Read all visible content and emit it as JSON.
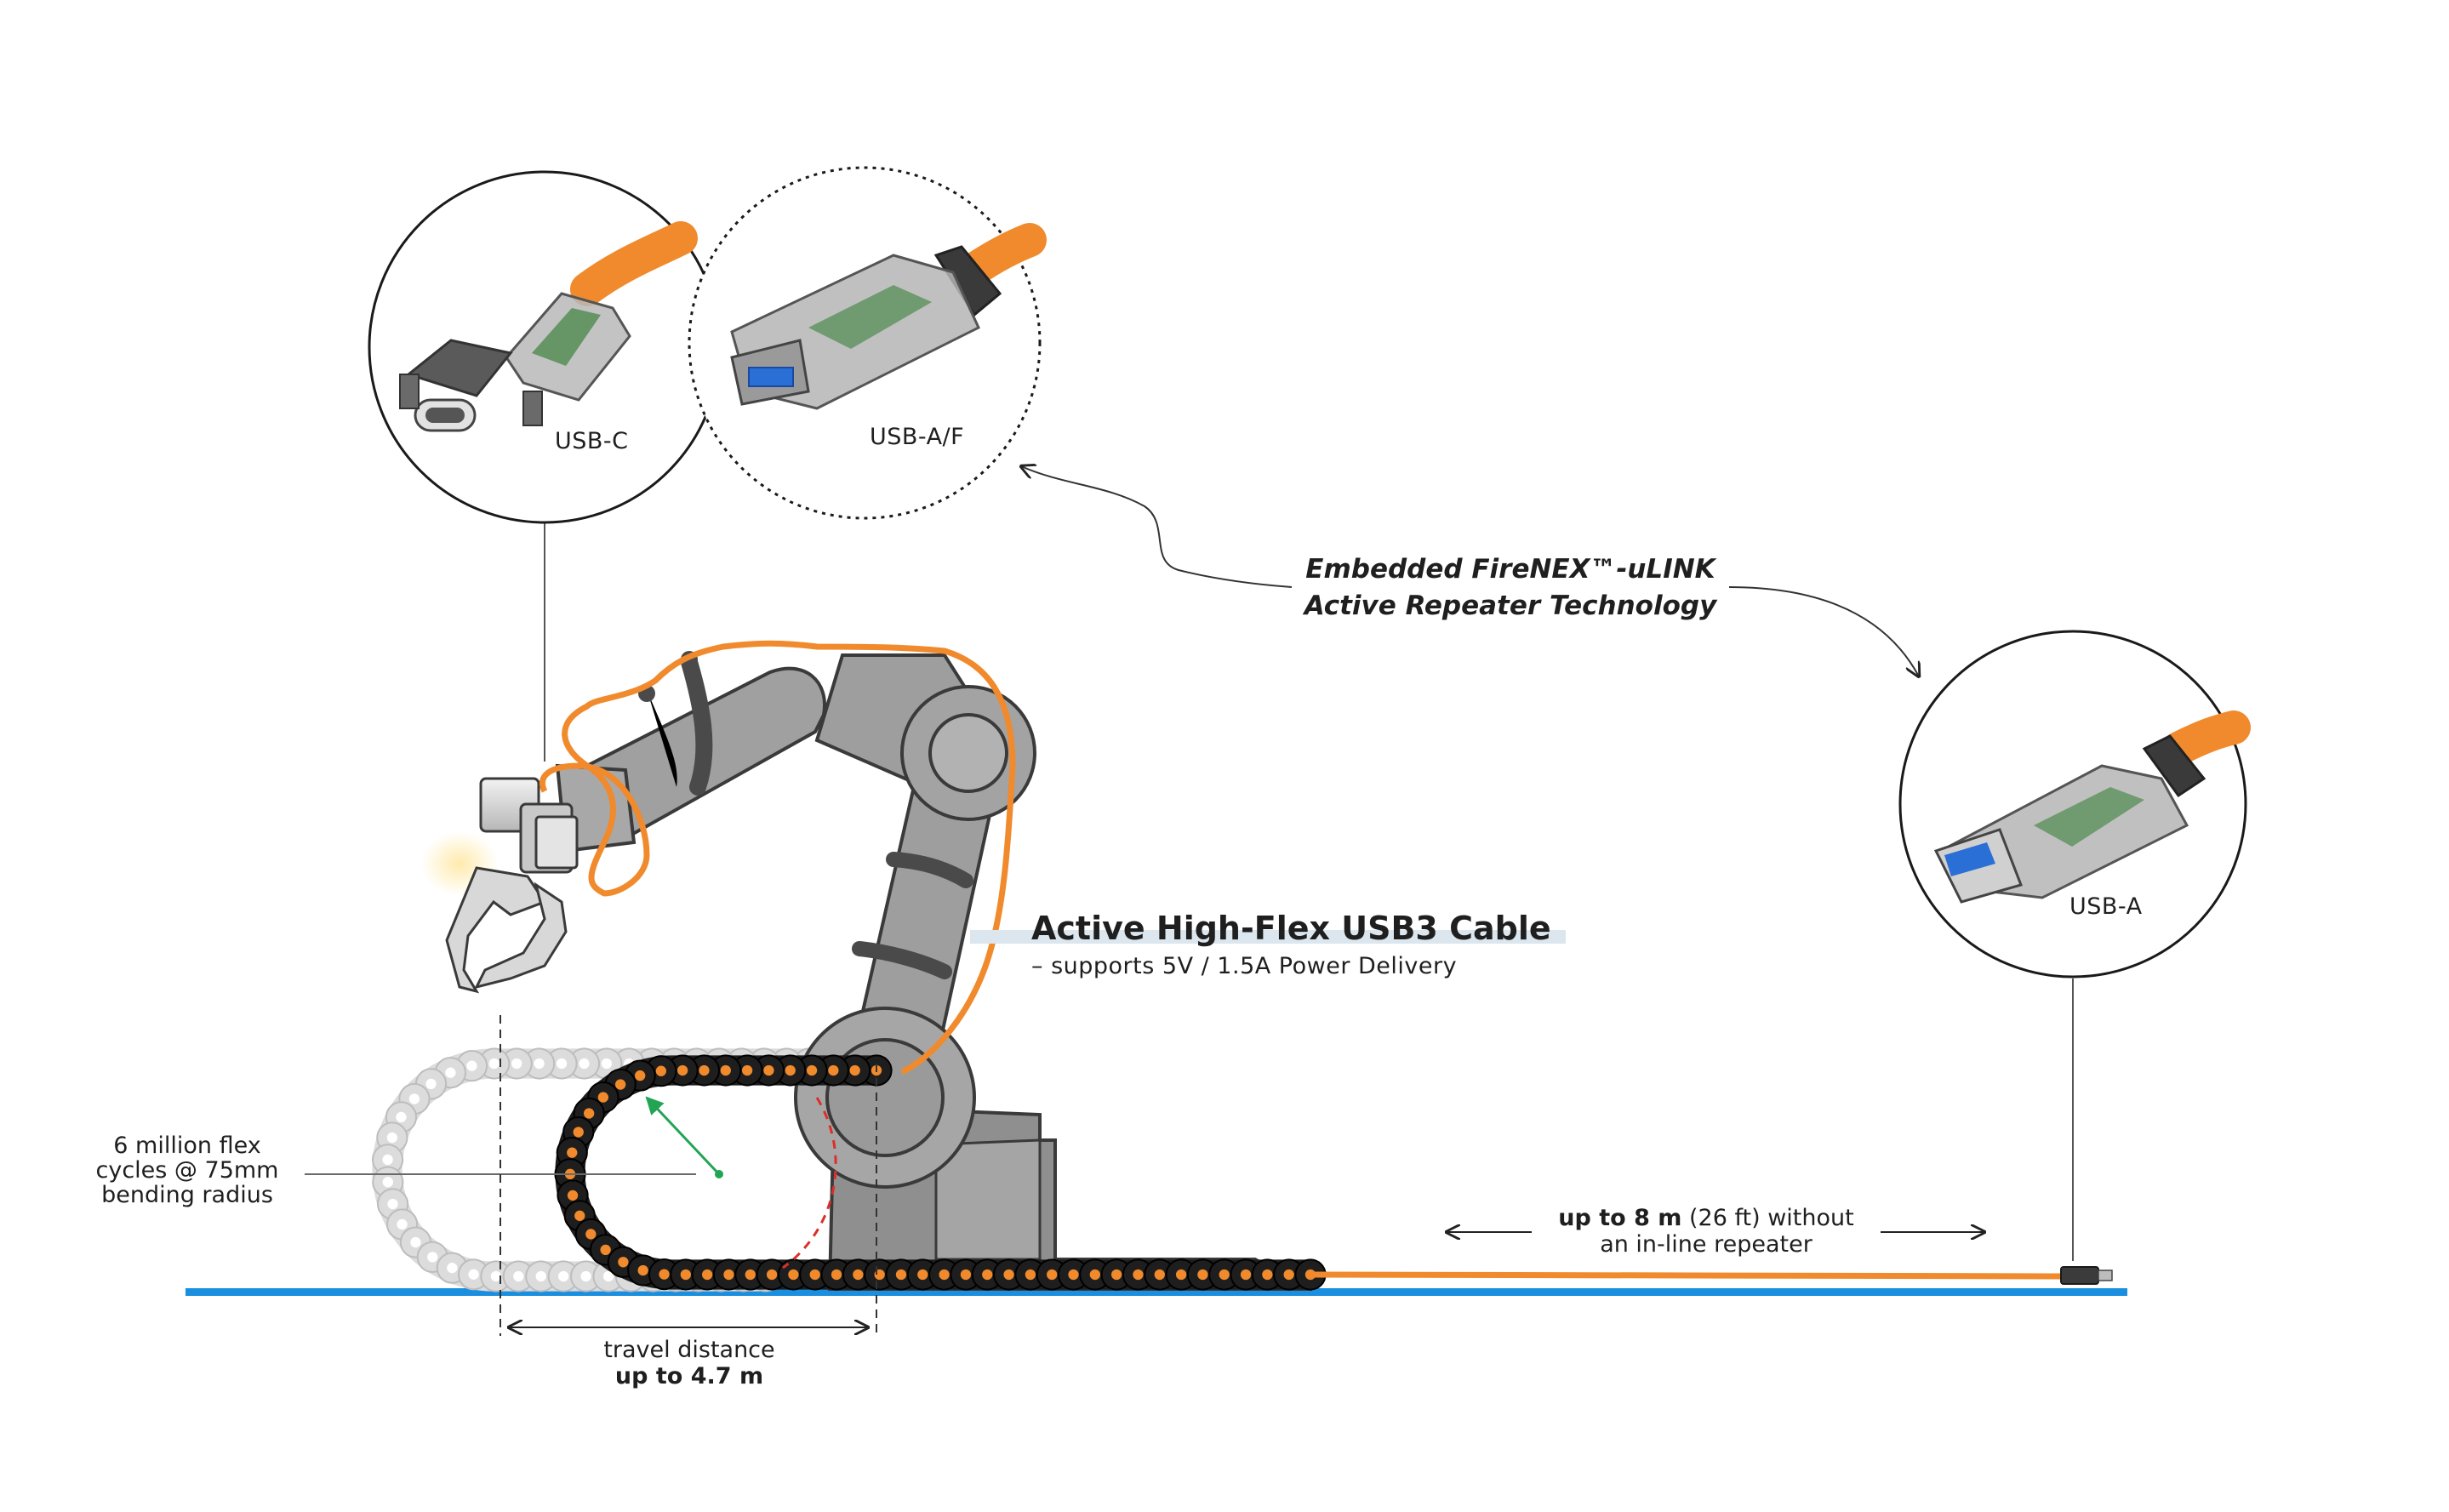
{
  "connectors": {
    "usb_c": "USB-C",
    "usb_af": "USB-A/F",
    "usb_a": "USB-A"
  },
  "technology": {
    "line1": "Embedded FireNEX™-uLINK",
    "line2": "Active Repeater Technology"
  },
  "cable": {
    "title": "Active High-Flex USB3 Cable",
    "subtitle": "– supports 5V / 1.5A Power Delivery"
  },
  "flex_callout": {
    "line1": "6 million flex",
    "line2": "cycles @ 75mm",
    "line3": "bending radius"
  },
  "travel": {
    "line1": "travel distance",
    "line2": "up to 4.7 m"
  },
  "length": {
    "bold": "up to 8 m",
    "rest": " (26 ft) without",
    "line2": "an in-line repeater"
  },
  "colors": {
    "cable_orange": "#f08a2c",
    "ground_blue": "#1a8fe0",
    "robot_gray": "#9a9a9a",
    "robot_dark": "#3f3f3f",
    "chain_black": "#1e1e1e",
    "chain_ghost": "#dcdcdc",
    "usb_blue": "#2a6fd6",
    "radius_green": "#22a455",
    "radius_red": "#d9302b"
  }
}
